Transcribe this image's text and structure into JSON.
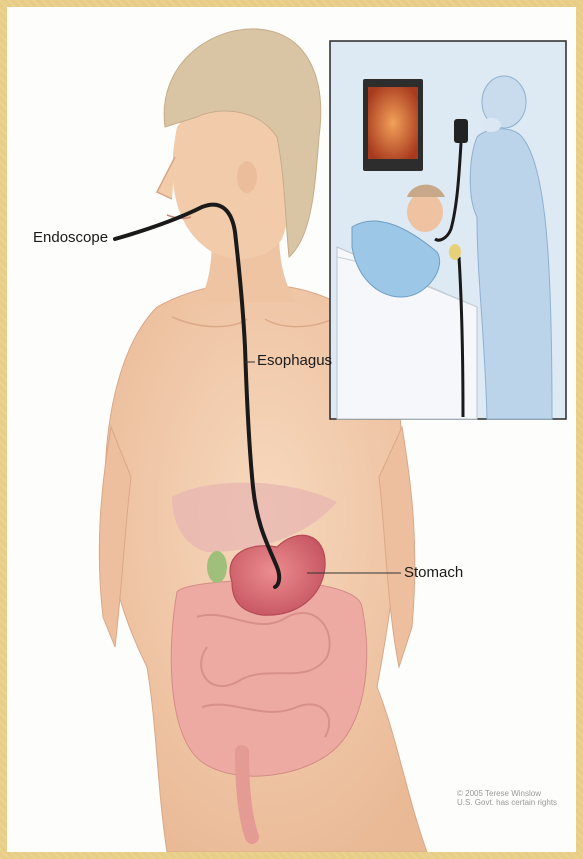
{
  "labels": {
    "endoscope": "Endoscope",
    "esophagus": "Esophagus",
    "stomach": "Stomach"
  },
  "credit": {
    "line1": "© 2005 Terese Winslow",
    "line2": "U.S. Govt. has certain rights"
  },
  "colors": {
    "frame": "#e8cd86",
    "skin": "#f1c9a8",
    "hair": "#d8c3a3",
    "stomach": "#d9727a",
    "intestine": "#eaa7a0",
    "endoscope": "#1a1a1a",
    "scrubs": "#bcd4ea"
  }
}
